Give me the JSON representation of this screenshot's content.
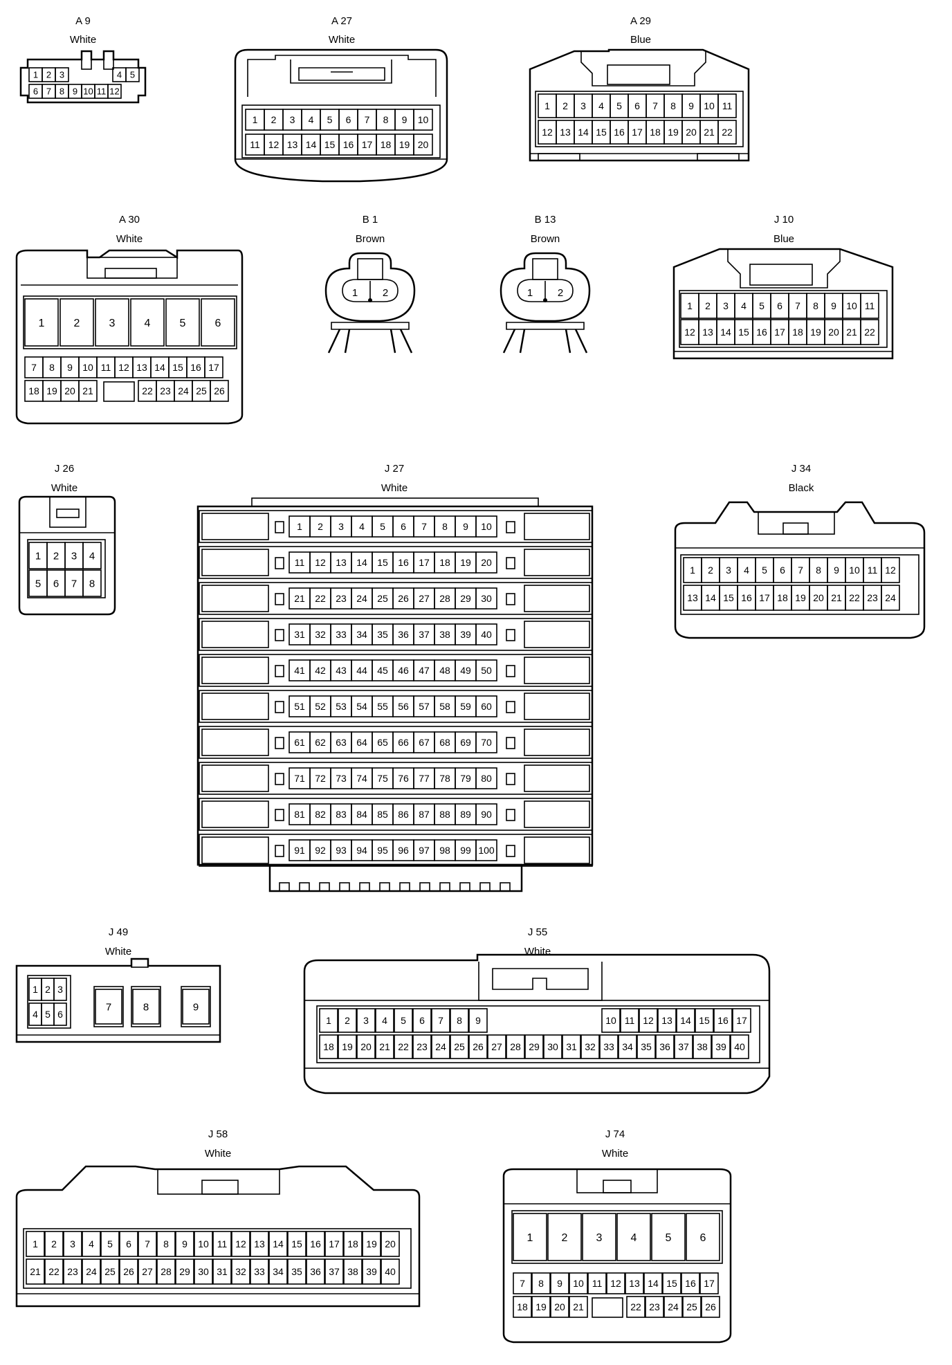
{
  "connectors": [
    {
      "id": "A 9",
      "color": "White",
      "pins": [
        "1",
        "2",
        "3",
        "4",
        "5",
        "6",
        "7",
        "8",
        "9",
        "10",
        "11",
        "12"
      ]
    },
    {
      "id": "A 27",
      "color": "White",
      "pins": [
        "1",
        "2",
        "3",
        "4",
        "5",
        "6",
        "7",
        "8",
        "9",
        "10",
        "11",
        "12",
        "13",
        "14",
        "15",
        "16",
        "17",
        "18",
        "19",
        "20"
      ]
    },
    {
      "id": "A 29",
      "color": "Blue",
      "pins": [
        "1",
        "2",
        "3",
        "4",
        "5",
        "6",
        "7",
        "8",
        "9",
        "10",
        "11",
        "12",
        "13",
        "14",
        "15",
        "16",
        "17",
        "18",
        "19",
        "20",
        "21",
        "22"
      ]
    },
    {
      "id": "A 30",
      "color": "White",
      "pins": [
        "1",
        "2",
        "3",
        "4",
        "5",
        "6",
        "7",
        "8",
        "9",
        "10",
        "11",
        "12",
        "13",
        "14",
        "15",
        "16",
        "17",
        "18",
        "19",
        "20",
        "21",
        "22",
        "23",
        "24",
        "25",
        "26"
      ]
    },
    {
      "id": "B 1",
      "color": "Brown",
      "pins": [
        "1",
        "2"
      ]
    },
    {
      "id": "B 13",
      "color": "Brown",
      "pins": [
        "1",
        "2"
      ]
    },
    {
      "id": "J 10",
      "color": "Blue",
      "pins": [
        "1",
        "2",
        "3",
        "4",
        "5",
        "6",
        "7",
        "8",
        "9",
        "10",
        "11",
        "12",
        "13",
        "14",
        "15",
        "16",
        "17",
        "18",
        "19",
        "20",
        "21",
        "22"
      ]
    },
    {
      "id": "J 26",
      "color": "White",
      "pins": [
        "1",
        "2",
        "3",
        "4",
        "5",
        "6",
        "7",
        "8"
      ]
    },
    {
      "id": "J 27",
      "color": "White",
      "pins": [
        "1",
        "2",
        "3",
        "4",
        "5",
        "6",
        "7",
        "8",
        "9",
        "10",
        "11",
        "12",
        "13",
        "14",
        "15",
        "16",
        "17",
        "18",
        "19",
        "20",
        "21",
        "22",
        "23",
        "24",
        "25",
        "26",
        "27",
        "28",
        "29",
        "30",
        "31",
        "32",
        "33",
        "34",
        "35",
        "36",
        "37",
        "38",
        "39",
        "40",
        "41",
        "42",
        "43",
        "44",
        "45",
        "46",
        "47",
        "48",
        "49",
        "50",
        "51",
        "52",
        "53",
        "54",
        "55",
        "56",
        "57",
        "58",
        "59",
        "60",
        "61",
        "62",
        "63",
        "64",
        "65",
        "66",
        "67",
        "68",
        "69",
        "70",
        "71",
        "72",
        "73",
        "74",
        "75",
        "76",
        "77",
        "78",
        "79",
        "80",
        "81",
        "82",
        "83",
        "84",
        "85",
        "86",
        "87",
        "88",
        "89",
        "90",
        "91",
        "92",
        "93",
        "94",
        "95",
        "96",
        "97",
        "98",
        "99",
        "100"
      ]
    },
    {
      "id": "J 34",
      "color": "Black",
      "pins": [
        "1",
        "2",
        "3",
        "4",
        "5",
        "6",
        "7",
        "8",
        "9",
        "10",
        "11",
        "12",
        "13",
        "14",
        "15",
        "16",
        "17",
        "18",
        "19",
        "20",
        "21",
        "22",
        "23",
        "24"
      ]
    },
    {
      "id": "J 49",
      "color": "White",
      "pins": [
        "1",
        "2",
        "3",
        "4",
        "5",
        "6",
        "7",
        "8",
        "9"
      ]
    },
    {
      "id": "J 55",
      "color": "White",
      "pins": [
        "1",
        "2",
        "3",
        "4",
        "5",
        "6",
        "7",
        "8",
        "9",
        "10",
        "11",
        "12",
        "13",
        "14",
        "15",
        "16",
        "17",
        "18",
        "19",
        "20",
        "21",
        "22",
        "23",
        "24",
        "25",
        "26",
        "27",
        "28",
        "29",
        "30",
        "31",
        "32",
        "33",
        "34",
        "35",
        "36",
        "37",
        "38",
        "39",
        "40"
      ]
    },
    {
      "id": "J 58",
      "color": "White",
      "pins": [
        "1",
        "2",
        "3",
        "4",
        "5",
        "6",
        "7",
        "8",
        "9",
        "10",
        "11",
        "12",
        "13",
        "14",
        "15",
        "16",
        "17",
        "18",
        "19",
        "20",
        "21",
        "22",
        "23",
        "24",
        "25",
        "26",
        "27",
        "28",
        "29",
        "30",
        "31",
        "32",
        "33",
        "34",
        "35",
        "36",
        "37",
        "38",
        "39",
        "40"
      ]
    },
    {
      "id": "J 74",
      "color": "White",
      "pins": [
        "1",
        "2",
        "3",
        "4",
        "5",
        "6",
        "7",
        "8",
        "9",
        "10",
        "11",
        "12",
        "13",
        "14",
        "15",
        "16",
        "17",
        "18",
        "19",
        "20",
        "21",
        "22",
        "23",
        "24",
        "25",
        "26"
      ]
    }
  ]
}
